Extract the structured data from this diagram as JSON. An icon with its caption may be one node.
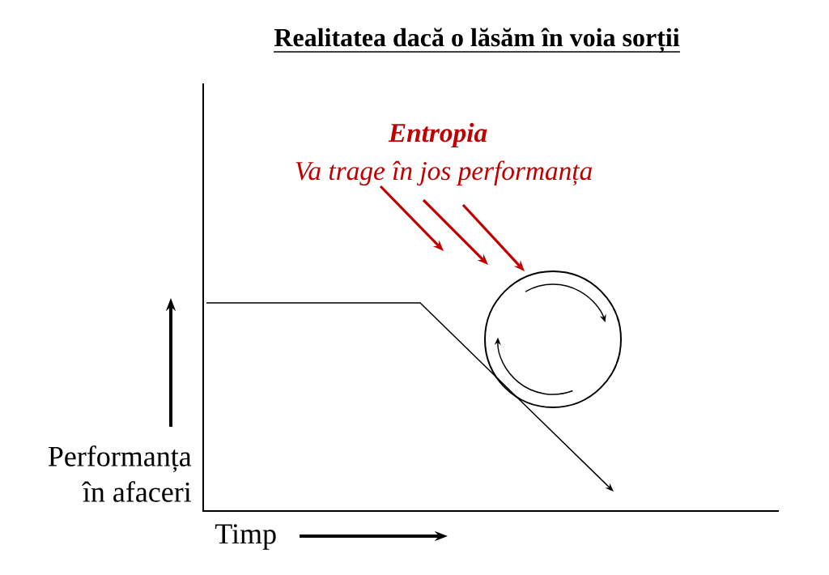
{
  "diagram": {
    "title": "Realitatea dacă o lăsăm în voia sorții",
    "labels": [
      "Entropia",
      "Va trage în jos performanța",
      "Performanța în afaceri",
      "Timp"
    ]
  }
}
